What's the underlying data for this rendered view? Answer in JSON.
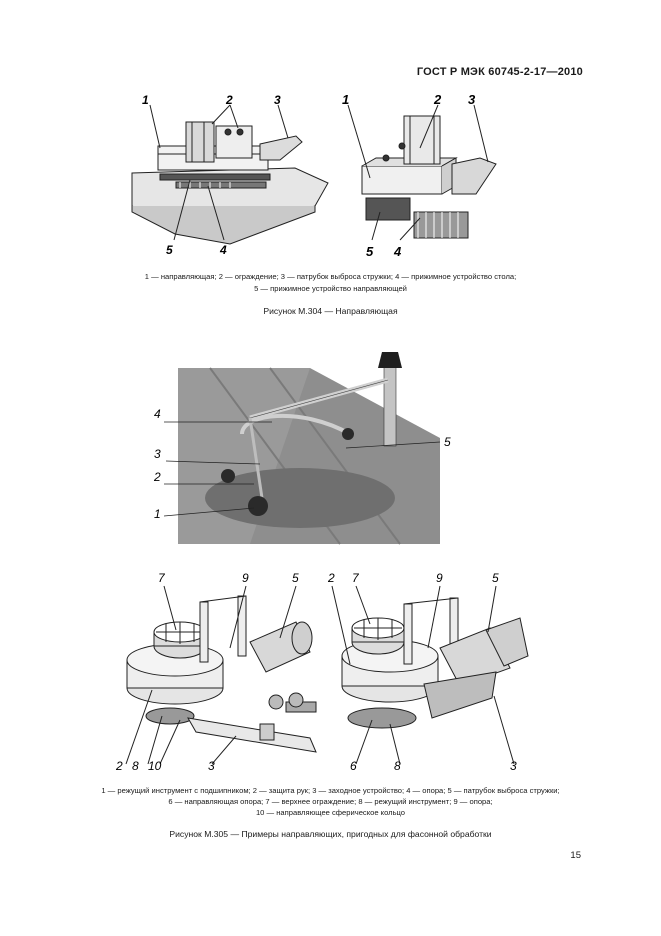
{
  "header": {
    "standard": "ГОСТ Р МЭК 60745-2-17—2010"
  },
  "figure_304": {
    "left_callouts": [
      "1",
      "2",
      "3",
      "5",
      "4"
    ],
    "right_callouts": [
      "1",
      "2",
      "3",
      "5",
      "4"
    ],
    "legend_line1": "1 — направляющая; 2 — ограждение; 3 — патрубок выброса стружки; 4 — прижимное устройство стола;",
    "legend_line2": "5 — прижимное устройство направляющей",
    "caption": "Рисунок М.304 — Направляющая"
  },
  "photo": {
    "callouts": [
      "4",
      "3",
      "2",
      "1",
      "5"
    ]
  },
  "figure_305": {
    "left_callouts": [
      "7",
      "9",
      "5",
      "2",
      "8",
      "10",
      "3"
    ],
    "right_callouts": [
      "2",
      "7",
      "9",
      "5",
      "6",
      "8",
      "3"
    ],
    "legend_line1": "1 — режущий инструмент с подшипником; 2 — защита рук; 3 — заходное устройство; 4 — опора; 5 — патрубок выброса стружки;",
    "legend_line2": "6 — направляющая опора; 7 — верхнее ограждение; 8 — режущий инструмент; 9 — опора;",
    "legend_line3": "10 — направляющее сферическое кольцо",
    "caption": "Рисунок М.305 — Примеры направляющих, пригодных для фасонной обработки"
  },
  "page_number": "15"
}
